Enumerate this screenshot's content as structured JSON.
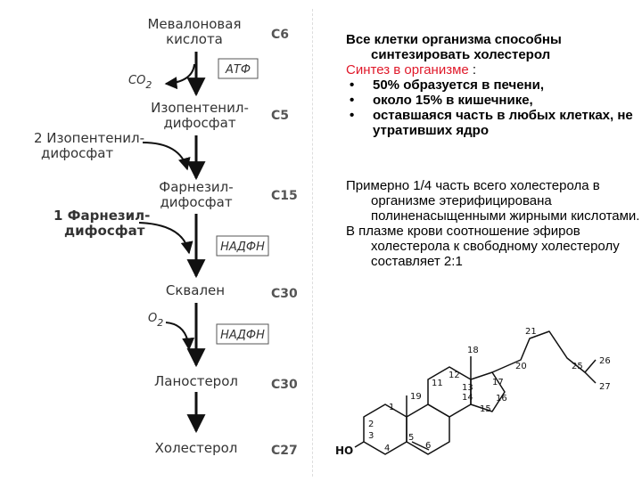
{
  "pathway": {
    "mevalonic_l1": "Мевалоновая",
    "mevalonic_l2": "кислота",
    "co2": "CO",
    "co2_sub": "2",
    "atp": "АТФ",
    "ipp_l1": "Изопентенил-",
    "ipp_l2": "дифосфат",
    "ipp2_l1": "2 Изопентенил-",
    "ipp2_l2": "дифосфат",
    "farn_l1": "Фарнезил-",
    "farn_l2": "дифосфат",
    "farn1_l1": "1 Фарнезил-",
    "farn1_l2": "дифосфат",
    "nadph1": "НАДФН",
    "squalene": "Сквален",
    "o2": "O",
    "o2_sub": "2",
    "nadph2": "НАДФН",
    "lanosterol": "Ланостерол",
    "cholesterol": "Холестерол",
    "carbons": [
      "С6",
      "С5",
      "С15",
      "С30",
      "С30",
      "С27"
    ]
  },
  "text": {
    "intro": "Все клетки организма способны синтезировать холестерол",
    "synthesis_label": "Синтез в организме",
    "synthesis_colon": " :",
    "bullets": [
      "50% образуется в печени,",
      "около 15% в кишечнике,",
      "оставшаяся часть в любых клетках, не утративших ядро"
    ],
    "bullet_char": "•",
    "para1": "Примерно 1/4 часть всего холестерола в организме этерифицирована полиненасыщенными жирными кислотами.",
    "para2": "В плазме крови соотношение эфиров холестерола к свободному холестеролу составляет 2:1"
  },
  "structure": {
    "ho": "HO",
    "numbers": [
      "1",
      "2",
      "3",
      "4",
      "5",
      "6",
      "11",
      "12",
      "13",
      "14",
      "15",
      "16",
      "17",
      "18",
      "19",
      "20",
      "21",
      "25",
      "26",
      "27"
    ]
  }
}
